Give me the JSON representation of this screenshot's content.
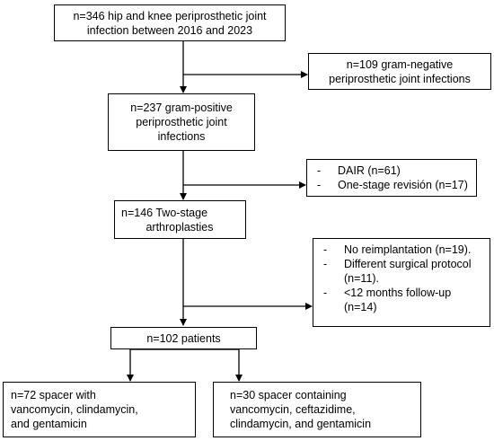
{
  "boxes": {
    "total": [
      "n=346 hip and knee periprosthetic joint",
      "infection between  2016 and 2023"
    ],
    "gram_negative": [
      "n=109 gram-negative",
      "periprosthetic joint infections"
    ],
    "gram_positive": [
      "n=237 gram-positive",
      "periprosthetic joint",
      "infections"
    ],
    "excluded_1": [
      {
        "dash": "-",
        "lines": [
          "DAIR (n=61)"
        ]
      },
      {
        "dash": "-",
        "lines": [
          "One-stage revisión (n=17)"
        ]
      }
    ],
    "two_stage": [
      "n=146 Two-stage",
      "arthroplasties"
    ],
    "excluded_2": [
      {
        "dash": "-",
        "lines": [
          "No reimplantation (n=19)."
        ]
      },
      {
        "dash": "-",
        "lines": [
          "Different surgical protocol",
          "(n=11)."
        ]
      },
      {
        "dash": "-",
        "lines": [
          "<12 months follow-up",
          "(n=14)"
        ]
      }
    ],
    "patients": [
      "n=102 patients"
    ],
    "group_a": [
      "n=72 spacer with",
      "vancomycin, clindamycin,",
      "and gentamicin"
    ],
    "group_b": [
      "n=30 spacer containing",
      "vancomycin, ceftazidime,",
      "clindamycin, and gentamicin"
    ]
  }
}
